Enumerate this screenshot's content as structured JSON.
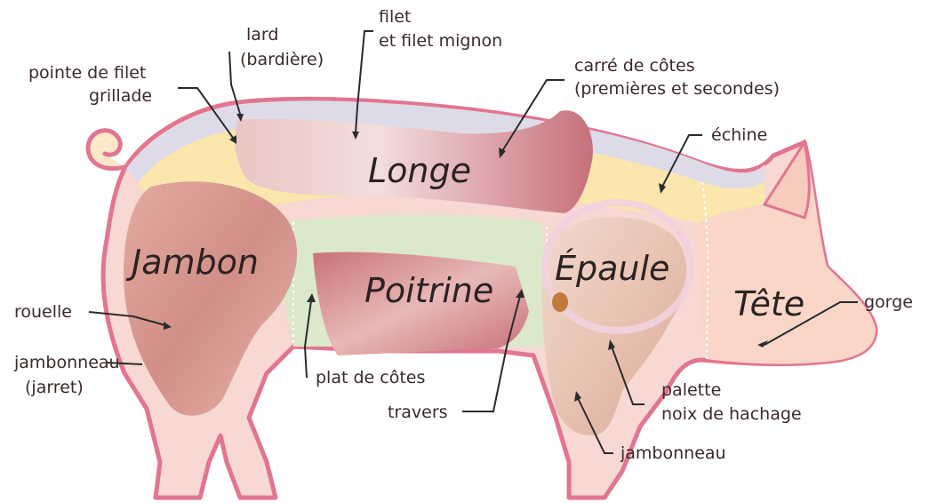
{
  "zones": {
    "longe": "Longe",
    "jambon": "Jambon",
    "poitrine": "Poitrine",
    "epaule": "Épaule",
    "tete": "Tête"
  },
  "callouts": {
    "lard_1": "lard",
    "lard_2": "(bardière)",
    "filet_1": "filet",
    "filet_2": "et filet mignon",
    "pointe_1": "pointe de filet",
    "pointe_2": "grillade",
    "carre_1": "carré de côtes",
    "carre_2": "(premières et secondes)",
    "echine": "échine",
    "rouelle": "rouelle",
    "jambonneau_jarret_1": "jambonneau",
    "jambonneau_jarret_2": "(jarret)",
    "plat_de_cotes": "plat de côtes",
    "travers": "travers",
    "palette_1": "palette",
    "palette_2": "noix de hachage",
    "jambonneau": "jambonneau",
    "gorge": "gorge"
  },
  "colors": {
    "outline": "#e2758f",
    "pink_fill": "#f6d3cf",
    "back_grey": "#d9d6e6",
    "longe_yellow": "#fbe7ad",
    "poitrine_green": "#d8e8c8",
    "meat_red": "#c76a73",
    "meat_pale": "#eec1be"
  }
}
